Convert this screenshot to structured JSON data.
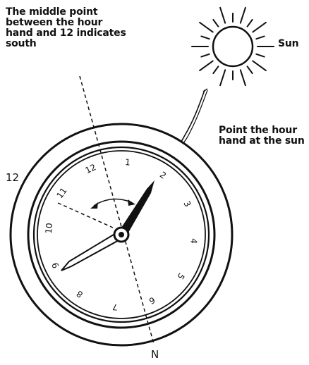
{
  "annotations": {
    "south_note": "The middle point between the hour hand and 12 indicates south",
    "sun_label": "Sun",
    "point_note": "Point the hour hand at the sun",
    "outer_twelve": "12",
    "north_label": "N"
  },
  "dial": {
    "numbers": [
      "1",
      "2",
      "3",
      "4",
      "5",
      "6",
      "7",
      "8",
      "9",
      "10",
      "11",
      "12"
    ]
  },
  "colors": {
    "ink": "#111111",
    "background": "#ffffff"
  },
  "icons": [
    "sun-icon",
    "compass-watch-icon",
    "sun-ray-line",
    "rotation-arrow-icon"
  ]
}
